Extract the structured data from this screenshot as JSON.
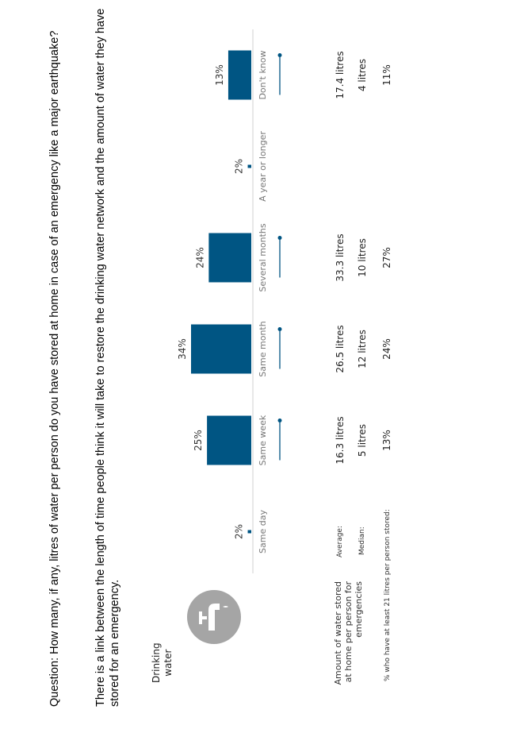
{
  "question": "Question: How many, if any, litres of water per person do you have stored at home in case of an emergency like a major earthquake?",
  "link_text": "There is a link between the length of time people think it will take to restore the drinking water network and the amount of water they have stored for an emergency.",
  "drinking_water": [
    "Drinking",
    "water"
  ],
  "icon": "tap-icon",
  "row_labels": {
    "amount": [
      "Amount of water stored",
      "at home per person for",
      "emergencies"
    ],
    "average": "Average:",
    "median": "Median:",
    "pct21": "% who have at least 21 litres per person stored:"
  },
  "colors": {
    "bar": "#005583",
    "icon_bg": "#a5a5a5",
    "axis": "#d0d0d0"
  },
  "chart_data": {
    "type": "bar",
    "categories": [
      "Same day",
      "Same week",
      "Same month",
      "Several months",
      "A year or longer",
      "Don't know"
    ],
    "values": [
      2,
      25,
      34,
      24,
      2,
      13
    ],
    "value_labels": [
      "2%",
      "25%",
      "34%",
      "24%",
      "2%",
      "13%"
    ],
    "average": [
      "",
      "16.3 litres",
      "26.5 litres",
      "33.3 litres",
      "",
      "17.4 litres"
    ],
    "median": [
      "",
      "5 litres",
      "12 litres",
      "10 litres",
      "",
      "4 litres"
    ],
    "pct_21_litres": [
      "",
      "13%",
      "24%",
      "27%",
      "",
      "11%"
    ],
    "title": "",
    "xlabel": "",
    "ylabel": ""
  }
}
